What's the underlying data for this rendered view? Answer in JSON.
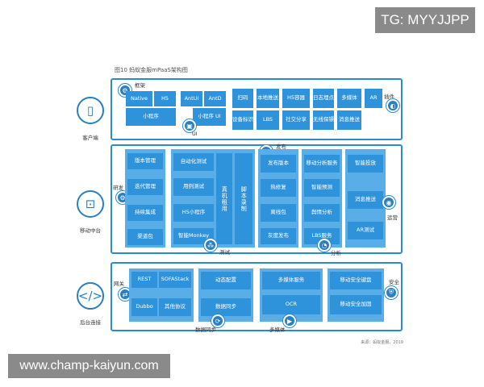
{
  "watermarks": {
    "top": "TG: MYYJJPP",
    "bottom": "www.champ-kaiyun.com"
  },
  "figure": {
    "title": "图10 蚂蚁金服mPaaS架构图",
    "source": "来源：蚂蚁金服，2019"
  },
  "left_labels": {
    "client": "客户端",
    "mobile_platform": "移动中台",
    "backend": "后台连接"
  },
  "client_layer": {
    "framework_label": "框架",
    "ui_label": "UI",
    "plugin_label": "插件",
    "native": "Native",
    "h5": "H5",
    "mini_program": "小程序",
    "antui": "AntUI",
    "antd": "AntD",
    "mini_program_ui": "小程序 UI",
    "plugins_row1": [
      "扫码",
      "本地推送",
      "H5容器",
      "日志埋点",
      "多媒体",
      "AR"
    ],
    "plugins_row2": [
      "设备标识",
      "LBS",
      "社交分享",
      "无线保镖",
      "消息推送"
    ]
  },
  "mid_layer": {
    "dev_label": "研发",
    "test_label": "测试",
    "release_label": "发布",
    "analysis_label": "分析",
    "ops_label": "运营",
    "dev_items": [
      "版本管理",
      "迭代管理",
      "持续集成",
      "渠道包"
    ],
    "test_items": [
      "自动化测试",
      "用例测试",
      "H5小程序",
      "智能Monkey"
    ],
    "test_vertical": [
      "真机租用",
      "脚本录制"
    ],
    "release_items": [
      "发布版本",
      "热修复",
      "离线包",
      "灰度发布"
    ],
    "analysis_items": [
      "移动分析服务",
      "智能预测",
      "舆情分析",
      "LBS服务"
    ],
    "ops_items": [
      "智能投放",
      "消息推送",
      "AR测试"
    ]
  },
  "back_layer": {
    "gateway_label": "网关",
    "security_label": "安全",
    "datasync_label": "数据同步",
    "multimedia_label": "多媒体",
    "gateway_items": [
      "REST",
      "SOFAStack",
      "Dubbo",
      "其他协议"
    ],
    "datasync_items": [
      "动态配置",
      "数据同步"
    ],
    "media_items": [
      "多媒体服务",
      "OCR"
    ],
    "security_items": [
      "移动安全键盘",
      "移动安全加固"
    ]
  }
}
